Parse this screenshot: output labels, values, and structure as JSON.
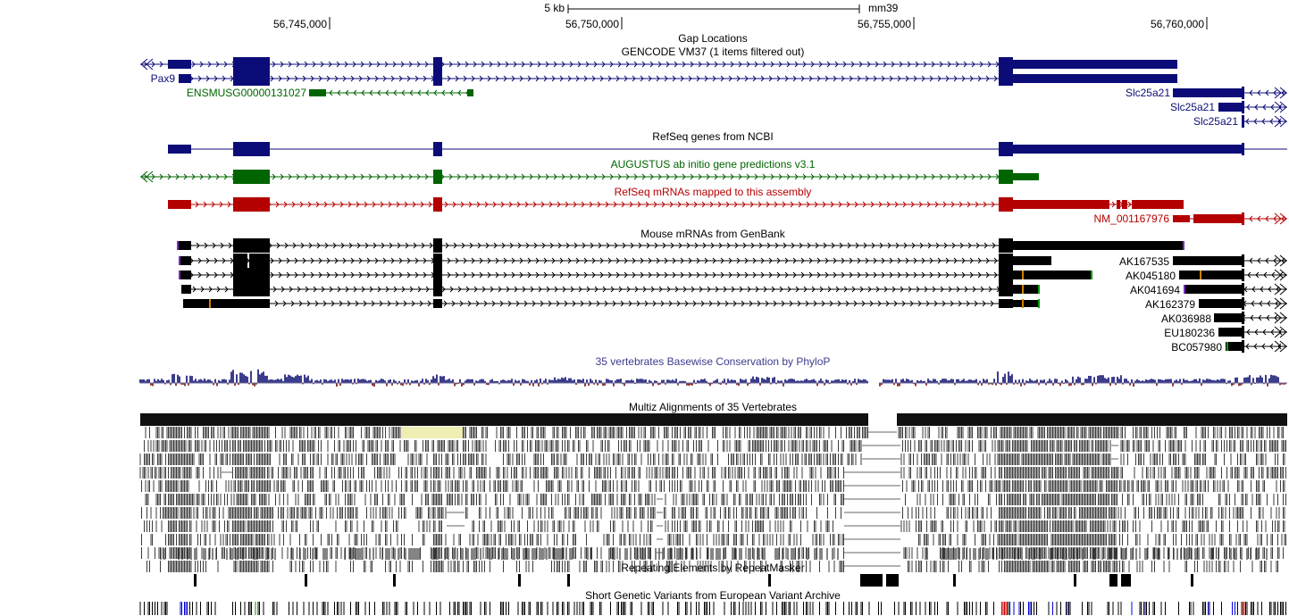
{
  "ruler": {
    "scale_label": "5 kb",
    "assembly": "mm39",
    "ticks": [
      "56,745,000",
      "56,750,000",
      "56,755,000",
      "56,760,000"
    ]
  },
  "tracks": {
    "gap": {
      "title": "Gap Locations"
    },
    "gencode": {
      "title": "GENCODE VM37 (1 items filtered out)",
      "items": [
        "Pax9",
        "ENSMUSG00000131027",
        "Slc25a21",
        "Slc25a21",
        "Slc25a21"
      ]
    },
    "refseq": {
      "title": "RefSeq genes from NCBI"
    },
    "augustus": {
      "title": "AUGUSTUS ab initio gene predictions v3.1"
    },
    "refseq_mrna": {
      "title": "RefSeq mRNAs mapped to this assembly",
      "items": [
        "NM_001167976"
      ]
    },
    "mrna": {
      "title": "Mouse mRNAs from GenBank",
      "items": [
        "AK167535",
        "AK045180",
        "AK041694",
        "AK162379",
        "AK036988",
        "EU180236",
        "BC057980"
      ]
    },
    "phylop": {
      "title": "35 vertebrates Basewise Conservation by PhyloP"
    },
    "multiz": {
      "title": "Multiz Alignments of 35 Vertebrates"
    },
    "repeats": {
      "title": "Repeating Elements by RepeatMasker"
    },
    "variants": {
      "title": "Short Genetic Variants from European Variant Archive"
    }
  },
  "colors": {
    "gencode": "#0c0c78",
    "augustus": "#006400",
    "refseq_mrna": "#b40000",
    "mrna": "#000000",
    "phylop_pos": "#3c3c8c",
    "phylop_neg": "#8c3c3c"
  }
}
